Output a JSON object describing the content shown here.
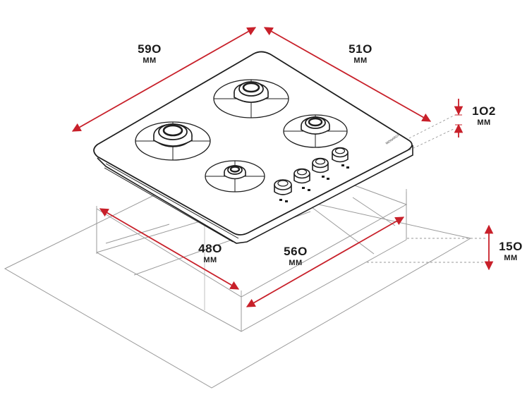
{
  "colors": {
    "outline": "#1e1e1e",
    "guide": "#8a8a8a",
    "dimension": "#c8202a",
    "surface": "#ffffff"
  },
  "hob": {
    "brand_label": "MONARCH",
    "burners": 4,
    "knobs": 4
  },
  "dimensions": {
    "width": {
      "value": "59O",
      "unit": "MM"
    },
    "depth": {
      "value": "51O",
      "unit": "MM"
    },
    "height": {
      "value": "1O2",
      "unit": "MM"
    },
    "cutout_width": {
      "value": "56O",
      "unit": "MM"
    },
    "cutout_depth": {
      "value": "48O",
      "unit": "MM"
    },
    "clearance": {
      "value": "15O",
      "unit": "MM"
    }
  }
}
